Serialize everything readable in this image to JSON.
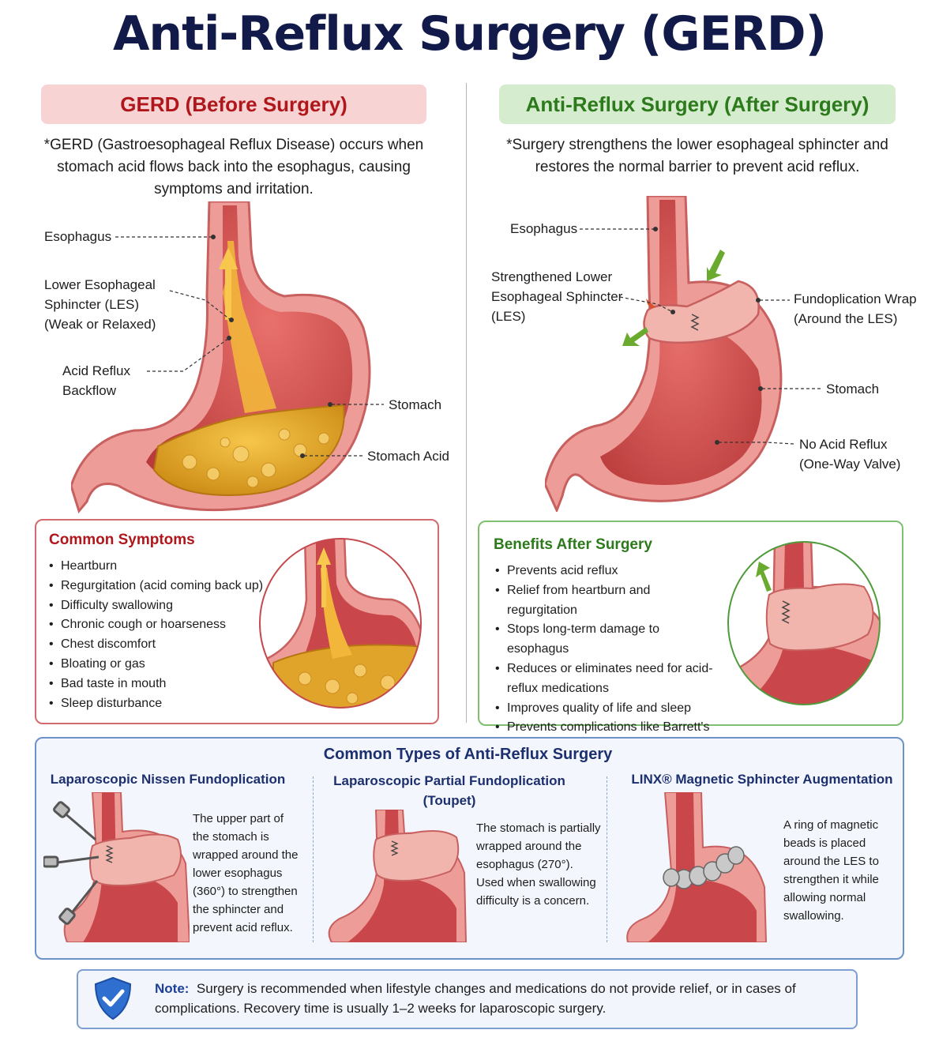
{
  "title": "Anti-Reflux Surgery (GERD)",
  "before": {
    "heading": "GERD (Before Surgery)",
    "description": "*GERD (Gastroesophageal Reflux Disease) occurs when stomach acid flows back into the esophagus, causing symptoms and irritation.",
    "labels": {
      "esophagus": "Esophagus",
      "les": "Lower Esophageal\nSphincter (LES)\n(Weak or Relaxed)",
      "reflux": "Acid Reflux\nBackflow",
      "stomach": "Stomach",
      "acid": "Stomach Acid"
    },
    "symptoms_title": "Common Symptoms",
    "symptoms": [
      "Heartburn",
      "Regurgitation (acid coming back up)",
      "Difficulty swallowing",
      "Chronic cough or hoarseness",
      "Chest discomfort",
      "Bloating or gas",
      "Bad taste in mouth",
      "Sleep disturbance"
    ]
  },
  "after": {
    "heading": "Anti-Reflux Surgery (After Surgery)",
    "description": "*Surgery strengthens the lower esophageal sphincter and restores the normal barrier to prevent acid reflux.",
    "labels": {
      "esophagus": "Esophagus",
      "les": "Strengthened Lower\nEsophageal Sphincter\n(LES)",
      "wrap": "Fundoplication Wrap\n(Around the LES)",
      "stomach": "Stomach",
      "no_reflux": "No Acid Reflux\n(One-Way Valve)"
    },
    "benefits_title": "Benefits After Surgery",
    "benefits": [
      "Prevents acid reflux",
      "Relief from heartburn and regurgitation",
      "Stops long-term damage to esophagus",
      "Reduces or eliminates need for acid-reflux medications",
      "Improves quality of life and sleep",
      "Prevents complications like Barrett's esophagus"
    ]
  },
  "types": {
    "title": "Common Types of Anti-Reflux Surgery",
    "items": [
      {
        "name": "Laparoscopic Nissen Fundoplication",
        "description": "The upper part of the stomach is wrapped around the lower esophagus (360°) to strengthen the sphincter and prevent acid reflux."
      },
      {
        "name": "Laparoscopic Partial Fundoplication (Toupet)",
        "description": "The stomach is partially wrapped around the esophagus (270°). Used when swallowing difficulty is a concern."
      },
      {
        "name": "LINX® Magnetic Sphincter Augmentation",
        "description": "A ring of magnetic beads is placed around the LES to strengthen it while allowing normal swallowing."
      }
    ]
  },
  "note": {
    "label": "Note:",
    "text": "Surgery is recommended when lifestyle changes and medications do not provide relief, or in cases of complications. Recovery time is usually 1–2 weeks for laparoscopic surgery."
  },
  "colors": {
    "title": "#121a4a",
    "before_accent": "#b0171c",
    "after_accent": "#2c7a1c",
    "tissue": "#e8898a",
    "acid": "#e0a42a",
    "info_blue": "#1c3f9a"
  },
  "icons": [
    "shield-check-icon",
    "arrow-icon",
    "laparoscopic-instrument-icon"
  ]
}
